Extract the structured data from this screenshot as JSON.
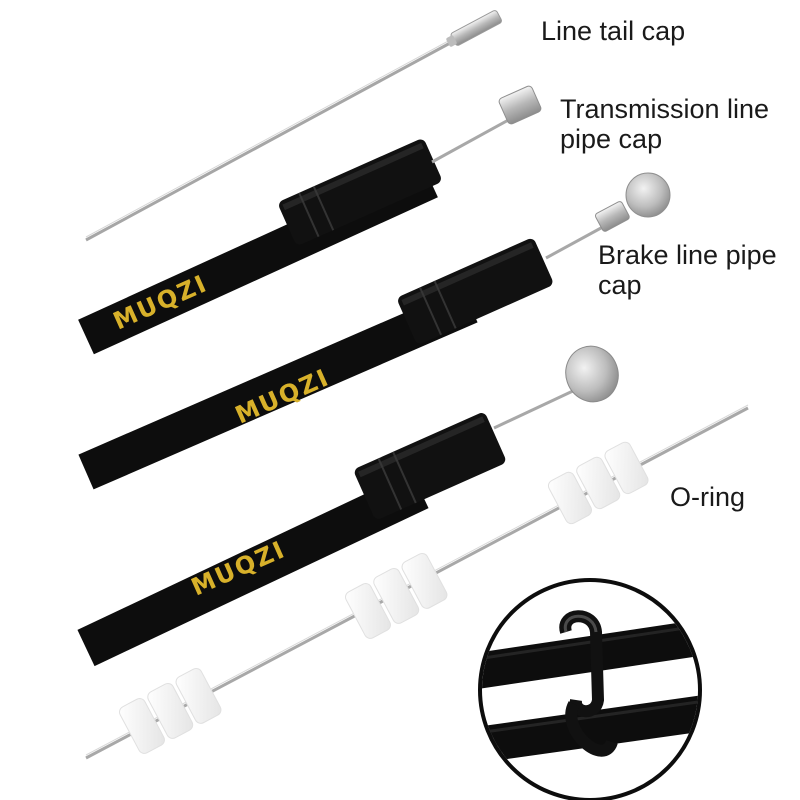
{
  "labels": {
    "line_tail_cap": "Line tail cap",
    "transmission_line_pipe_cap_1": "Transmission line",
    "transmission_line_pipe_cap_2": "pipe cap",
    "brake_line_pipe_cap_1": "Brake line pipe",
    "brake_line_pipe_cap_2": "cap",
    "o_ring": "O-ring"
  },
  "brand_text": "MUQZI",
  "colors": {
    "background": "#ffffff",
    "housing": "#0d0d0d",
    "wire": "#a8a8a8",
    "cap_metal": "#c9c9c9",
    "brand_gold": "#d8b12a",
    "o_ring": "#f2f2f2"
  }
}
